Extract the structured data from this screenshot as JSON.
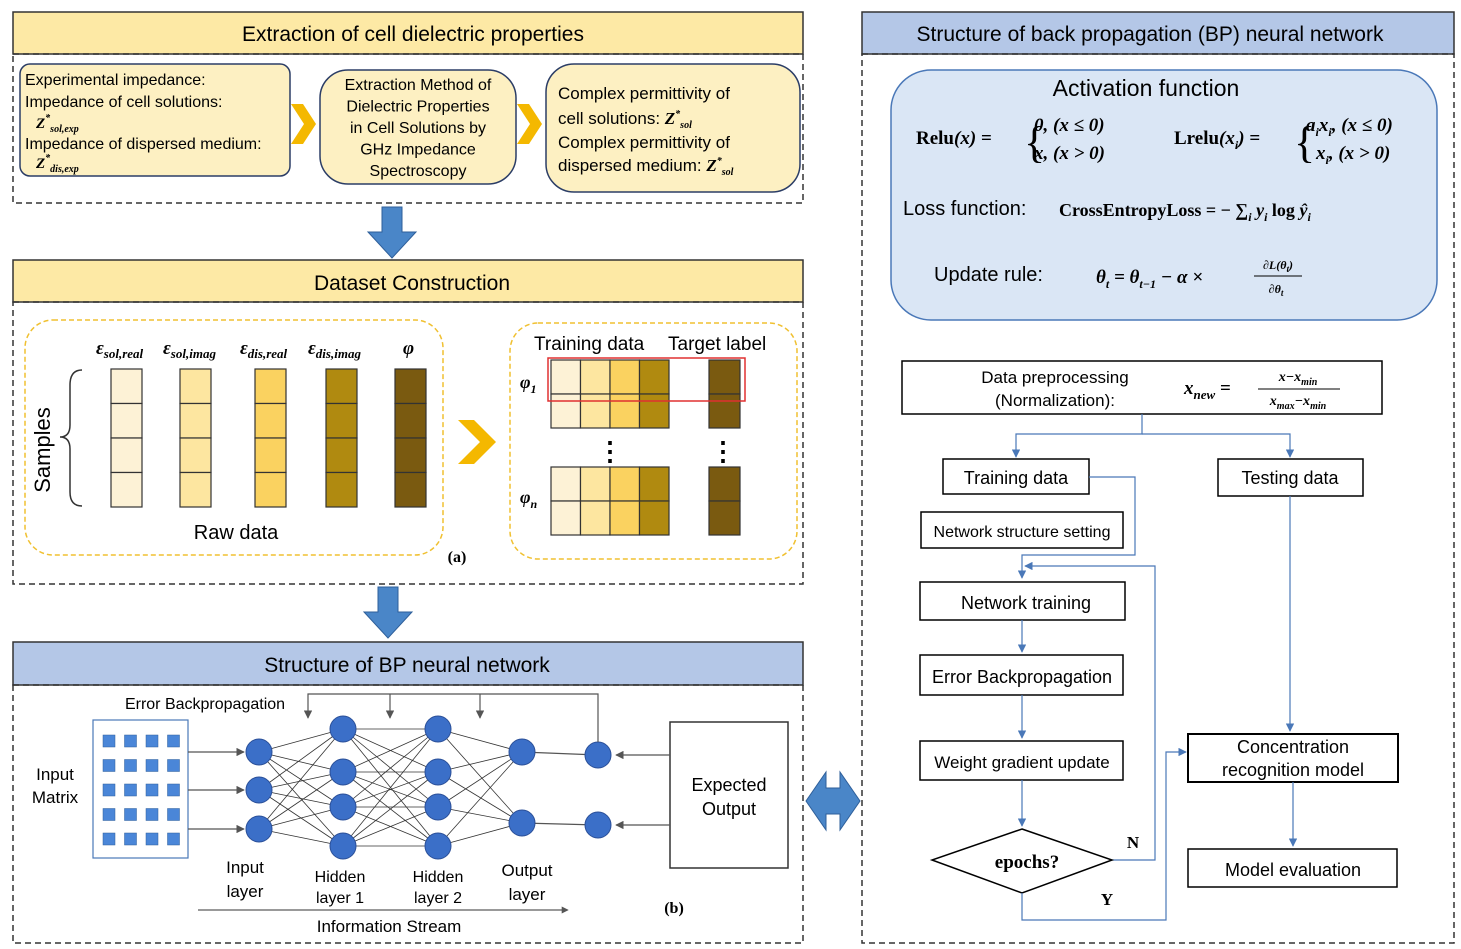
{
  "left": {
    "extraction": {
      "title": "Extraction of cell dielectric properties",
      "box1_line1": "Experimental impedance:",
      "box1_line2": "Impedance of cell solutions:",
      "box1_z1": "Z",
      "box1_z1_sup": "*",
      "box1_z1_sub": "sol,exp",
      "box1_line3": "Impedance of dispersed medium:",
      "box1_z2": "Z",
      "box1_z2_sup": "*",
      "box1_z2_sub": "dis,exp",
      "box2_lines": [
        "Extraction Method of",
        "Dielectric Properties",
        "in Cell Solutions by",
        "GHz Impedance",
        "Spectroscopy"
      ],
      "box3_line1": "Complex permittivity of",
      "box3_line2": "cell solutions: ",
      "box3_z1": "Z",
      "box3_z1_sup": "*",
      "box3_z1_sub": "sol",
      "box3_line3": "Complex permittivity of",
      "box3_line4": "dispersed medium: ",
      "box3_z2": "Z",
      "box3_z2_sup": "*",
      "box3_z2_sub": "sol"
    },
    "dataset": {
      "title": "Dataset Construction",
      "col_labels": [
        {
          "base": "ε",
          "sub": "sol,real"
        },
        {
          "base": "ε",
          "sub": "sol,imag"
        },
        {
          "base": "ε",
          "sub": "dis,real"
        },
        {
          "base": "ε",
          "sub": "dis,imag"
        },
        {
          "base": "φ",
          "sub": ""
        }
      ],
      "samples_label": "Samples",
      "raw_label": "Raw data",
      "panel_a": "(a)",
      "training_label": "Training data",
      "target_label": "Target label",
      "phi1": "φ",
      "phi1_sub": "1",
      "phin": "φ",
      "phin_sub": "n",
      "dots": "⋮"
    },
    "bp": {
      "title": "Structure of BP neural network",
      "error_bp": "Error Backpropagation",
      "input_matrix_l1": "Input",
      "input_matrix_l2": "Matrix",
      "input_layer_l1": "Input",
      "input_layer_l2": "layer",
      "hidden1_l1": "Hidden",
      "hidden1_l2": "layer 1",
      "hidden2_l1": "Hidden",
      "hidden2_l2": "layer 2",
      "output_l1": "Output",
      "output_l2": "layer",
      "expected_l1": "Expected",
      "expected_l2": "Output",
      "info_stream": "Information Stream",
      "panel_b": "(b)"
    }
  },
  "right": {
    "title": "Structure of back propagation (BP) neural network",
    "activation": {
      "title": "Activation function",
      "relu_name": "Relu",
      "relu_arg": "(x) =",
      "relu_case1": "0, (x ≤ 0)",
      "relu_case2": "x, (x > 0)",
      "lrelu_name": "Lrelu",
      "lrelu_arg": "(x",
      "lrelu_arg_sub": "i",
      "lrelu_arg_end": ") =",
      "lrelu_case1": "a",
      "lrelu_case1_tail": "x",
      "lrelu_case1_end": ", (x ≤ 0)",
      "lrelu_case2": "x",
      "lrelu_case2_end": ", (x > 0)",
      "loss_label": "Loss function:",
      "loss_formula": "CrossEntropyLoss = − ∑",
      "loss_formula_sub": "i",
      "loss_formula_tail": "y",
      "loss_log": "log",
      "loss_yhat": "ŷ",
      "update_label": "Update rule:",
      "update_theta": "θ",
      "update_t": "t",
      "update_eq": "= θ",
      "update_t1": "t−1",
      "update_alpha": "− α ×",
      "update_num": "∂L(θ",
      "update_num_end": ")",
      "update_den": "∂θ"
    },
    "flow": {
      "preproc_l1": "Data preprocessing",
      "preproc_l2": "(Normalization):",
      "xnew": "x",
      "xnew_sub": "new",
      "xnew_eq": "=",
      "frac_num": "x−x",
      "frac_num_sub": "min",
      "frac_den": "x",
      "frac_den_sub1": "max",
      "frac_den_mid": "−x",
      "frac_den_sub2": "min",
      "training": "Training data",
      "testing": "Testing data",
      "net_struct": "Network structure setting",
      "net_train": "Network training",
      "err_bp": "Error Backpropagation",
      "weight_update": "Weight gradient update",
      "epochs": "epochs?",
      "n_label": "N",
      "y_label": "Y",
      "conc_l1": "Concentration",
      "conc_l2": "recognition model",
      "model_eval": "Model evaluation"
    }
  },
  "colors": {
    "yellow_header": "#fde9a5",
    "yellow_box": "#fdf0c2",
    "blue_header": "#b4c7e7",
    "activation_bg": "#dae6f5",
    "arrow_blue": "#4a86c8",
    "flow_line": "#4a78b8",
    "node_blue": "#3b6fc8",
    "chevron": "#f4b800",
    "red_box": "#e03030"
  }
}
